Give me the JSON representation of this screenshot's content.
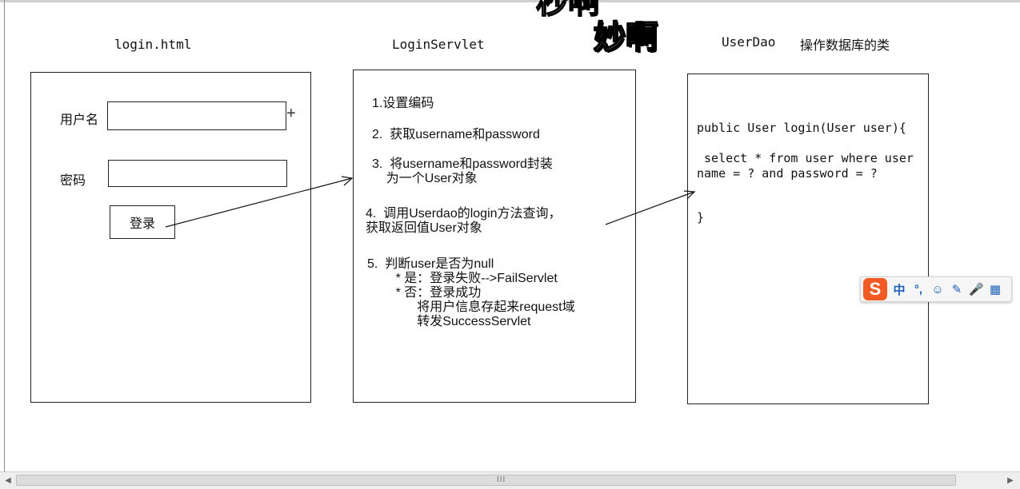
{
  "caption": {
    "overlay": "妙啊",
    "overlay_top": "秒啊"
  },
  "panels": {
    "login": {
      "title": "login.html",
      "username_label": "用户名",
      "password_label": "密码",
      "login_button": "登录"
    },
    "servlet": {
      "title": "LoginServlet",
      "steps": [
        "1.设置编码",
        "2.  获取username和password",
        "3.  将username和password封装\n    为一个User对象",
        "4.  调用Userdao的login方法查询，\n获取返回值User对象",
        "5.  判断user是否为null\n        * 是：登录失败-->FailServlet\n        * 否：登录成功\n              将用户信息存起来request域\n              转发SuccessServlet"
      ]
    },
    "dao": {
      "title": "UserDao",
      "subtitle": "操作数据库的类",
      "code_signature": "public User login(User user){",
      "code_query": " select * from user where user\nname = ? and password = ?",
      "code_close": "}"
    }
  },
  "ime": {
    "logo": "S",
    "items": [
      "中",
      "°,",
      "☺",
      "✎",
      "🎤",
      "▦"
    ]
  },
  "scrollbar": {
    "left_arrow": "◀",
    "right_arrow": "▶",
    "grip": "III"
  }
}
